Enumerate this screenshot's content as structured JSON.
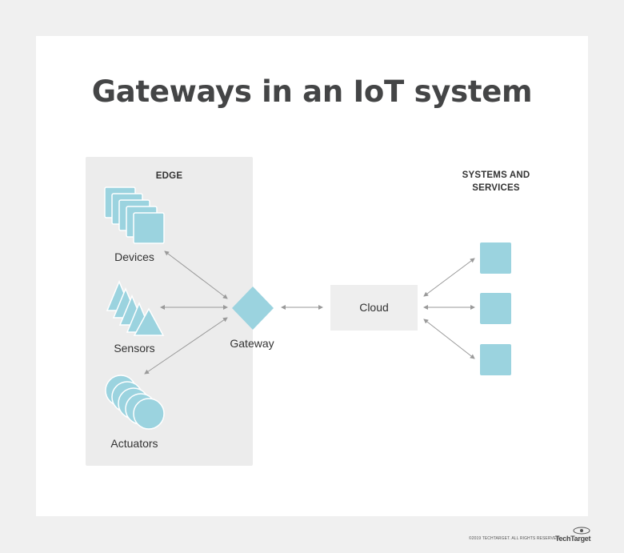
{
  "title": "Gateways in an IoT system",
  "edge": {
    "label": "EDGE",
    "devices_label": "Devices",
    "sensors_label": "Sensors",
    "actuators_label": "Actuators"
  },
  "gateway_label": "Gateway",
  "cloud_label": "Cloud",
  "services": {
    "label_line1": "SYSTEMS AND",
    "label_line2": "SERVICES"
  },
  "footer": {
    "credit": "©2019 TECHTARGET. ALL RIGHTS RESERVED",
    "logo": "TechTarget"
  },
  "colors": {
    "accent": "#9bd3df",
    "accent_stroke": "#ffffff",
    "arrow": "#9a9a9a",
    "panel": "#ececec",
    "title": "#444546"
  }
}
